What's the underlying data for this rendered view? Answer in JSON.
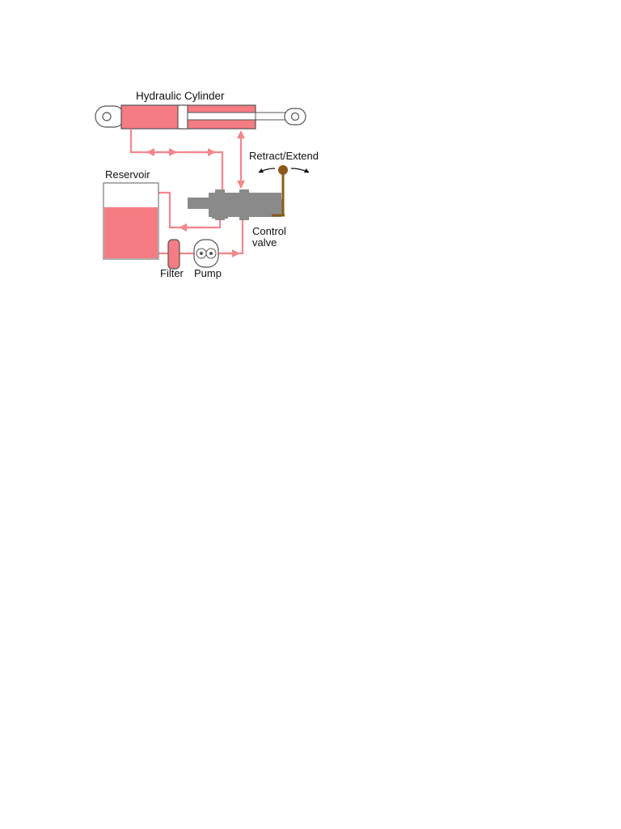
{
  "diagram": {
    "labels": {
      "cylinder": "Hydraulic Cylinder",
      "reservoir": "Reservoir",
      "retract_extend": "Retract/Extend",
      "control_line1": "Control",
      "control_line2": "valve",
      "filter": "Filter",
      "pump": "Pump"
    },
    "colors": {
      "fluid": "#f47c82",
      "line": "#f5868c",
      "valve": "#8a8a8a",
      "lever": "#8b5a1a",
      "outline": "#555555",
      "label": "#111111"
    }
  }
}
